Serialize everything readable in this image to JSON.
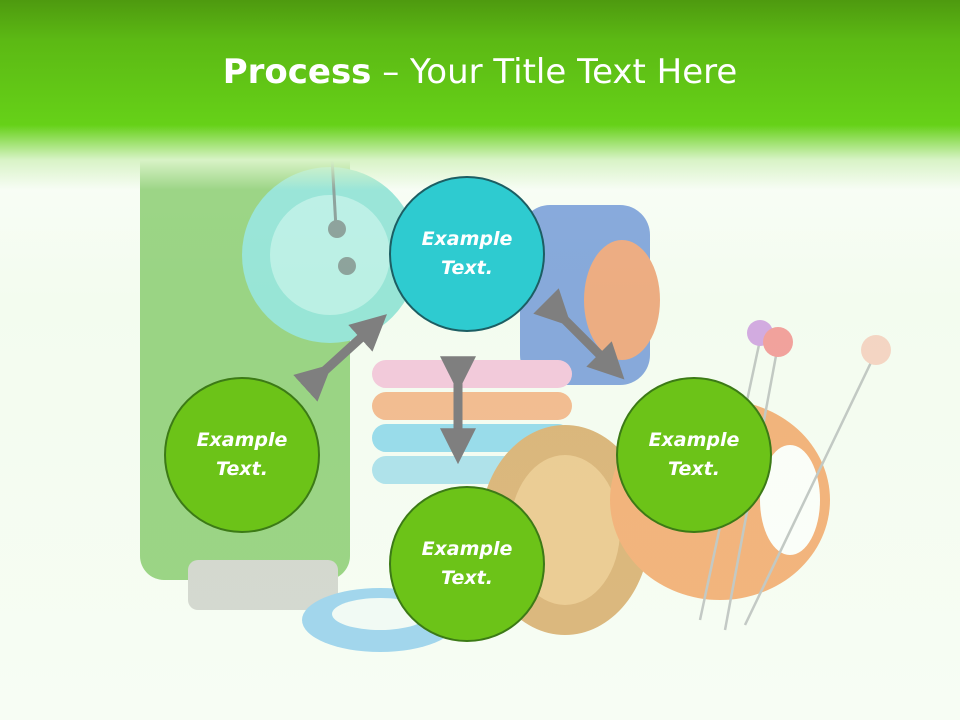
{
  "title": {
    "bold": "Process",
    "rest": " – Your Title Text Here"
  },
  "nodes": [
    {
      "label": "Example\nText.",
      "color": "#2ecbd0"
    },
    {
      "label": "Example\nText.",
      "color": "#6cc318"
    },
    {
      "label": "Example\nText.",
      "color": "#6cc318"
    },
    {
      "label": "Example\nText.",
      "color": "#6cc318"
    }
  ],
  "arrow_color": "#7f7f7f",
  "title_bar_color": "#66d118"
}
